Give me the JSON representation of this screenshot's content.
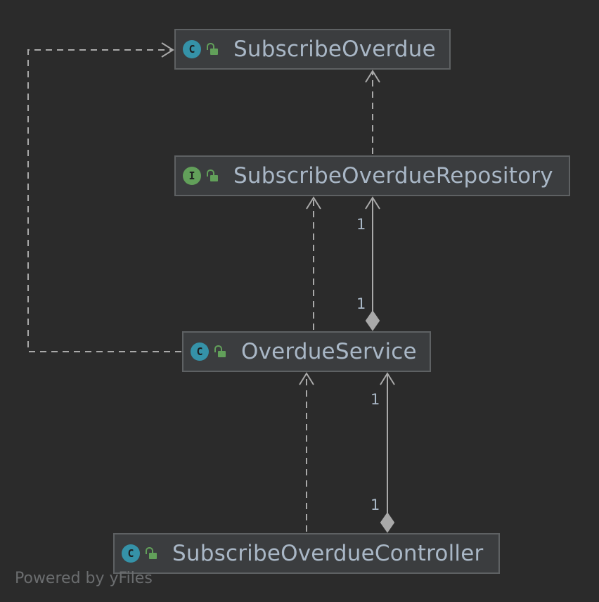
{
  "diagram": {
    "nodes": {
      "subscribe_overdue": {
        "name": "SubscribeOverdue",
        "kind_letter": "C",
        "kind": "class",
        "kind_color": "#3592a8"
      },
      "repository": {
        "name": "SubscribeOverdueRepository",
        "kind_letter": "I",
        "kind": "interface",
        "kind_color": "#62a05a"
      },
      "service": {
        "name": "OverdueService",
        "kind_letter": "C",
        "kind": "class",
        "kind_color": "#3592a8"
      },
      "controller": {
        "name": "SubscribeOverdueController",
        "kind_letter": "C",
        "kind": "class",
        "kind_color": "#3592a8"
      }
    },
    "edges": [
      {
        "from": "repository",
        "to": "subscribe_overdue",
        "style": "dashed"
      },
      {
        "from": "service",
        "to": "subscribe_overdue",
        "style": "dashed"
      },
      {
        "from": "service",
        "to": "repository",
        "style": "dashed"
      },
      {
        "from": "service",
        "to": "repository",
        "style": "composition",
        "source_multiplicity": "1",
        "target_multiplicity": "1"
      },
      {
        "from": "controller",
        "to": "service",
        "style": "dashed"
      },
      {
        "from": "controller",
        "to": "service",
        "style": "composition",
        "source_multiplicity": "1",
        "target_multiplicity": "1"
      }
    ],
    "multiplicities": {
      "repo_target": "1",
      "service_source": "1",
      "service_target": "1",
      "controller_source": "1"
    },
    "credit": "Powered by yFiles",
    "colors": {
      "background": "#2b2b2b",
      "node_fill": "#3b3d3f",
      "node_border": "#5e6163",
      "edge": "#a9a9a9",
      "text": "#a9b7c6",
      "visibility_lock": "#62a05a"
    }
  }
}
